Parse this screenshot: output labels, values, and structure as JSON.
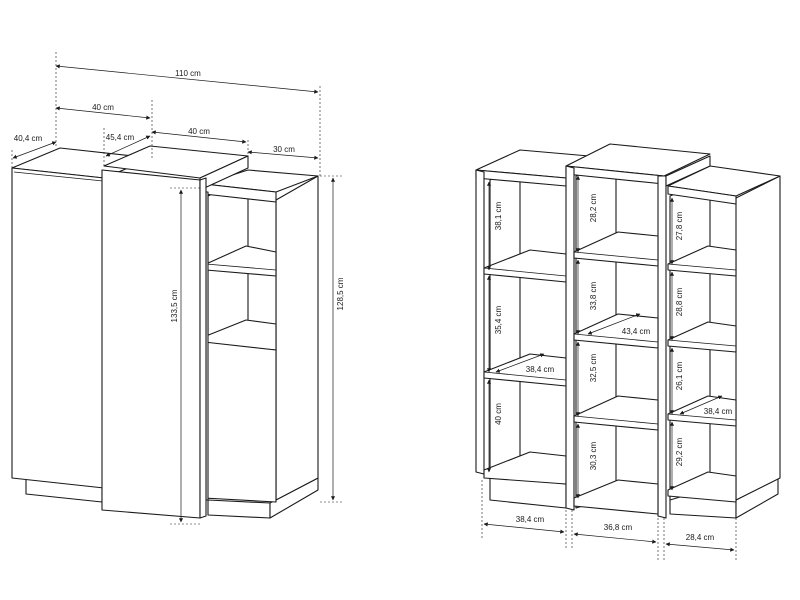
{
  "closed_view": {
    "dimensions": {
      "total_width": "110 cm",
      "left_depth": "40,4 cm",
      "left_width": "40 cm",
      "middle_depth": "45,4 cm",
      "middle_width": "40 cm",
      "right_depth": "30 cm",
      "middle_height": "133,5 cm",
      "right_height": "128,5 cm"
    }
  },
  "open_view": {
    "dimensions": {
      "left_shelf_top": "38,1 cm",
      "left_shelf_mid": "35,4 cm",
      "left_shelf_bottom": "40 cm",
      "left_shelf_depth": "38,4 cm",
      "mid_shelf_1": "28,2 cm",
      "mid_shelf_2": "33,8 cm",
      "mid_shelf_depth": "43,4 cm",
      "mid_shelf_3": "32,5 cm",
      "mid_shelf_4": "30,3 cm",
      "right_shelf_1": "27,8 cm",
      "right_shelf_2": "28,8 cm",
      "right_shelf_3": "26,1 cm",
      "right_shelf_depth": "38,4 cm",
      "right_shelf_4": "29,2 cm",
      "bottom_left_width": "38,4 cm",
      "bottom_mid_width": "36,8 cm",
      "bottom_right_width": "28,4 cm"
    }
  }
}
